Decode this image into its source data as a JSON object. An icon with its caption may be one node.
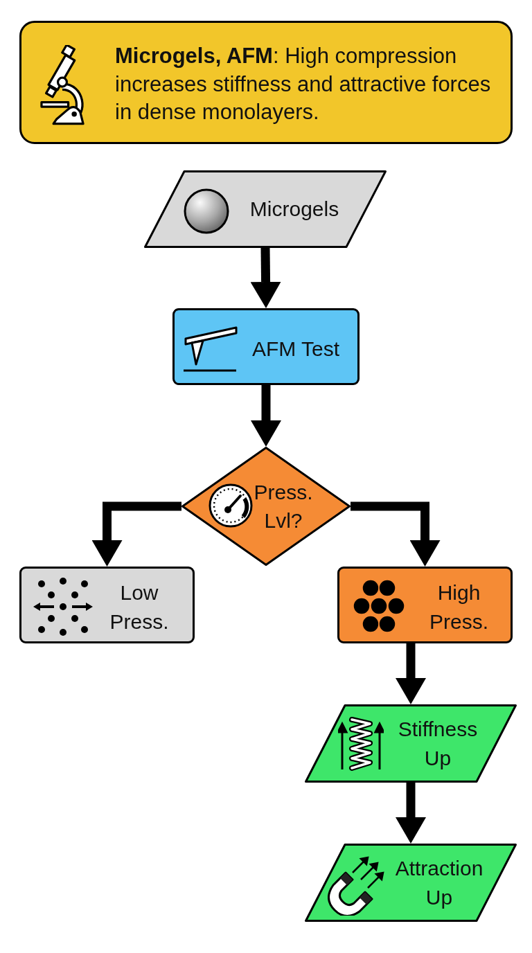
{
  "diagram": {
    "nodes": [
      {
        "text": [
          "**Microgels, AFM**: High compression increases stiffness and attractive forces in dense monolayers."
        ]
      },
      {
        "text": [
          "Microgels"
        ]
      },
      {
        "text": [
          "AFM Test"
        ]
      },
      {
        "text": [
          "Press. Lvl?"
        ]
      },
      {
        "text": [
          "Low Press."
        ]
      },
      {
        "text": [
          "High Press."
        ]
      },
      {
        "text": [
          "Stiffness Up"
        ]
      },
      {
        "text": [
          "Attraction Up"
        ]
      }
    ],
    "edges": [
      {
        "from": 1,
        "to": 2,
        "arrow": "to"
      },
      {
        "from": 2,
        "to": 3,
        "arrow": "to"
      },
      {
        "from": 3,
        "to": 4,
        "arrow": "to"
      },
      {
        "from": 3,
        "to": 5,
        "arrow": "to"
      },
      {
        "from": 5,
        "to": 6,
        "arrow": "to"
      },
      {
        "from": 6,
        "to": 7,
        "arrow": "to"
      }
    ]
  }
}
